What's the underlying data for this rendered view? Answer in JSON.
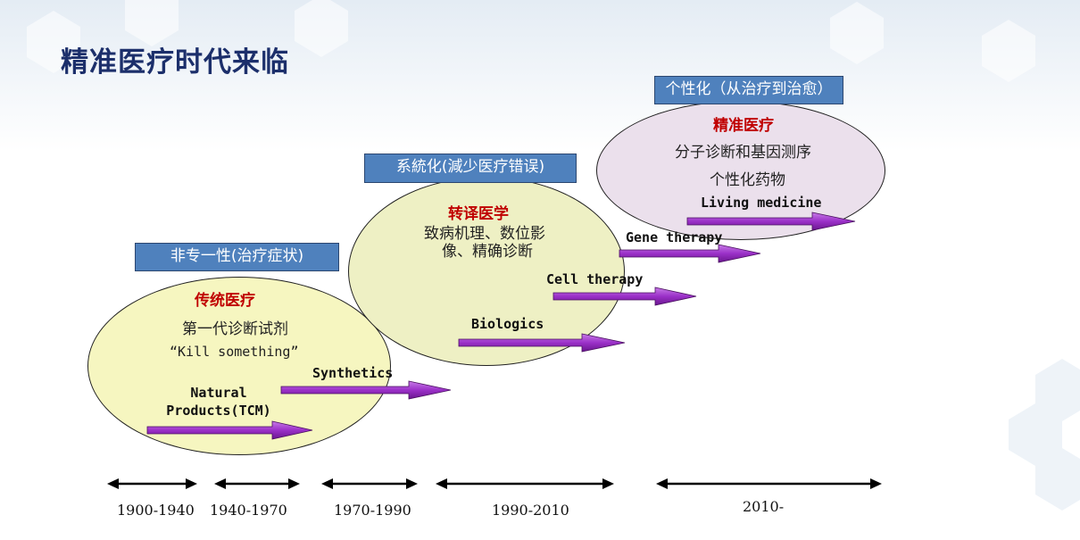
{
  "title": "精准医疗时代来临",
  "stages": {
    "traditional": {
      "category": "非专一性(治疗症状)",
      "name": "传统医疗",
      "line1": "第一代诊断试剂",
      "line2": "“Kill something”",
      "item1": "Natural\nProducts(TCM)",
      "item2": "Synthetics"
    },
    "translational": {
      "category": "系統化(減少医疗错误)",
      "name": "转译医学",
      "line1": "致病机理、数位影",
      "line2": "像、精确诊断",
      "item1": "Biologics",
      "item2": "Cell therapy"
    },
    "precision": {
      "category": "个性化（从治疗到治愈）",
      "name": "精准医疗",
      "line1": "分子诊断和基因测序",
      "line2": "个性化药物",
      "item1": "Gene therapy",
      "item2": "Living medicine"
    }
  },
  "timeline": [
    "1900-1940",
    "1940-1970",
    "1970-1990",
    "1990-2010",
    "2010-"
  ],
  "colors": {
    "title": "#1c2f6b",
    "box_fill": "#4f81bd",
    "stage_name": "#c00000",
    "arrow_fill": "#9b30c8",
    "ellipse1": "#f6f6c0",
    "ellipse2": "#eef0c4",
    "ellipse3": "#ebe0ec"
  }
}
